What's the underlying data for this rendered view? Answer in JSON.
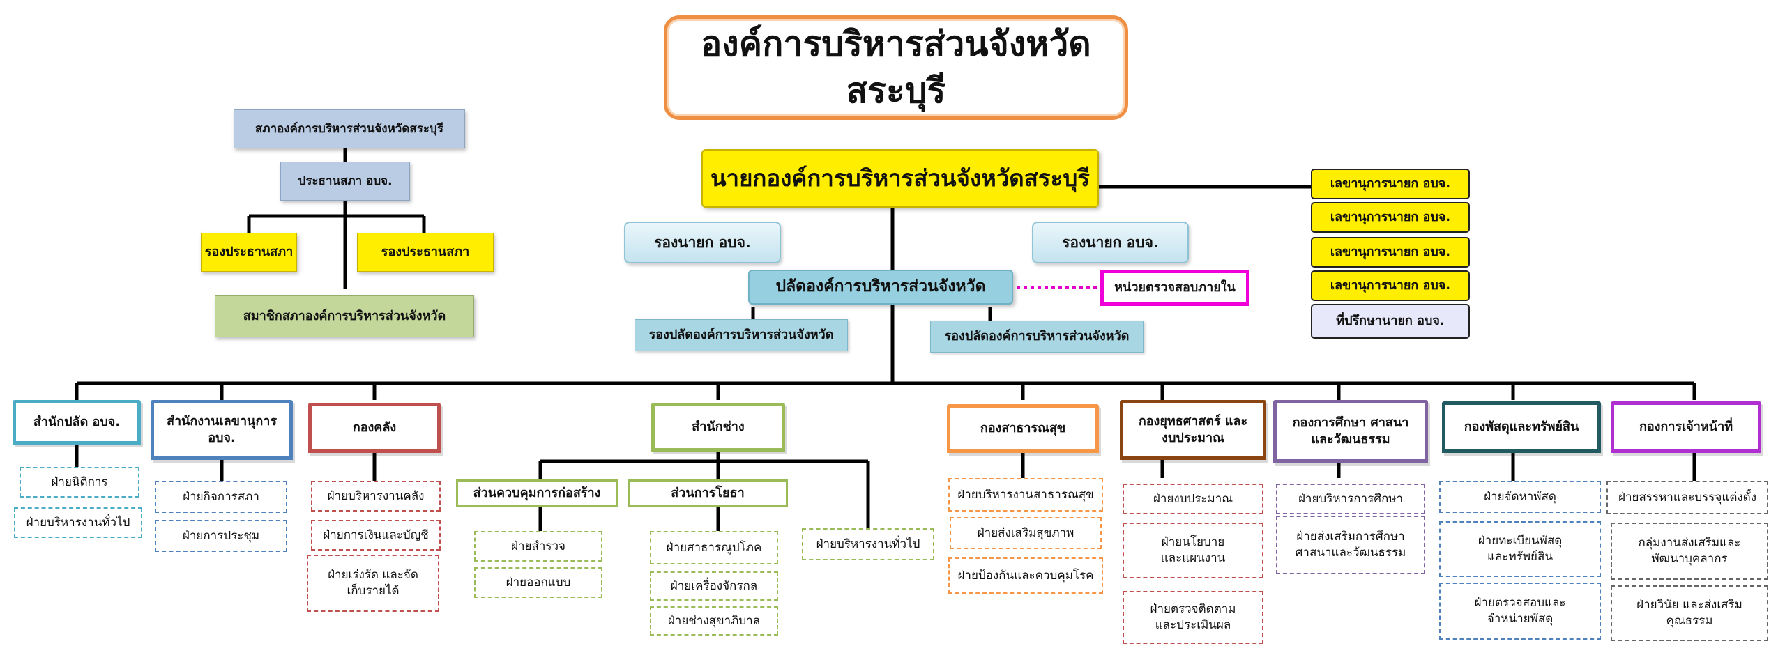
{
  "title": "องค์การบริหารส่วนจังหวัดสระบุรี",
  "council": {
    "name": "สภาองค์การบริหารส่วนจังหวัดสระบุรี",
    "president": "ประธานสภา อบจ.",
    "vice_president_1": "รองประธานสภา",
    "vice_president_2": "รองประธานสภา",
    "members": "สมาชิกสภาองค์การบริหารส่วนจังหวัด"
  },
  "mayor": "นายกองค์การบริหารส่วนจังหวัดสระบุรี",
  "deputy_mayor_left": "รองนายก อบจ.",
  "deputy_mayor_right": "รองนายก อบจ.",
  "clerk": "ปลัดองค์การบริหารส่วนจังหวัด",
  "internal_audit": "หน่วยตรวจสอบภายใน",
  "deputy_clerk_left": "รองปลัดองค์การบริหารส่วนจังหวัด",
  "deputy_clerk_right": "รองปลัดองค์การบริหารส่วนจังหวัด",
  "secretaries": [
    "เลขานุการนายก อบจ.",
    "เลขานุการนายก อบจ.",
    "เลขานุการนายก อบจ.",
    "เลขานุการนายก อบจ."
  ],
  "advisor": "ที่ปรึกษานายก อบจ.",
  "departments": [
    {
      "name": "สำนักปลัด อบจ.",
      "color": "#4bacc6",
      "units": [
        "ฝ่ายนิติการ",
        "ฝ่ายบริหารงานทั่วไป"
      ]
    },
    {
      "name": "สำนักงานเลขานุการ อบจ.",
      "color": "#4f81bd",
      "units": [
        "ฝ่ายกิจการสภา",
        "ฝ่ายการประชุม"
      ]
    },
    {
      "name": "กองคลัง",
      "color": "#c0504d",
      "units": [
        "ฝ่ายบริหารงานคลัง",
        "ฝ่ายการเงินและบัญชี",
        "ฝ่ายเร่งรัด และจัดเก็บรายได้"
      ]
    },
    {
      "name": "สำนักช่าง",
      "color": "#9bbb59",
      "subdivisions": [
        {
          "name": "ส่วนควบคุมการก่อสร้าง",
          "units": [
            "ฝ่ายสำรวจ",
            "ฝ่ายออกแบบ"
          ]
        },
        {
          "name": "ส่วนการโยธา",
          "units": [
            "ฝ่ายสาธารณูปโภค",
            "ฝ่ายเครื่องจักรกล",
            "ฝ่ายช่างสุขาภิบาล"
          ]
        }
      ],
      "units": [
        "ฝ่ายบริหารงานทั่วไป"
      ]
    },
    {
      "name": "กองสาธารณสุข",
      "color": "#f79646",
      "units": [
        "ฝ่ายบริหารงานสาธารณสุข",
        "ฝ่ายส่งเสริมสุขภาพ",
        "ฝ่ายป้องกันและควบคุมโรค"
      ]
    },
    {
      "name": "กองยุทธศาสตร์ และงบประมาณ",
      "color": "#8b4513",
      "units": [
        "ฝ่ายงบประมาณ",
        "ฝ่ายนโยบาย และแผนงาน",
        "ฝ่ายตรวจติดตาม และประเมินผล"
      ]
    },
    {
      "name": "กองการศึกษา ศาสนา และวัฒนธรรม",
      "color": "#8064a2",
      "units": [
        "ฝ่ายบริหารการศึกษา",
        "ฝ่ายส่งเสริมการศึกษา ศาสนาและวัฒนธรรม"
      ]
    },
    {
      "name": "กองพัสดุและทรัพย์สิน",
      "color": "#215a60",
      "units": [
        "ฝ่ายจัดหาพัสดุ",
        "ฝ่ายทะเบียนพัสดุ และทรัพย์สิน",
        "ฝ่ายตรวจสอบและ จำหน่ายพัสดุ"
      ]
    },
    {
      "name": "กองการเจ้าหน้าที่",
      "color": "#b02fd0",
      "units": [
        "ฝ่ายสรรหาและบรรจุแต่งตั้ง",
        "กลุ่มงานส่งเสริมและ พัฒนาบุคลากร",
        "ฝ่ายวินัย และส่งเสริมคุณธรรม"
      ]
    }
  ]
}
